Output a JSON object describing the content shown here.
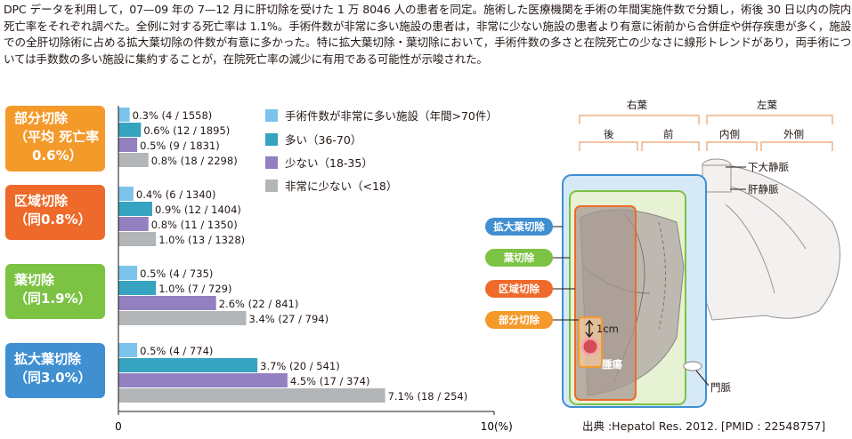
{
  "intro_text": "DPC データを利用して，07—09 年の 7—12 月に肝切除を受けた 1 万 8046 人の患者を同定。施術した医療機関を手術の年間実施件数で分類し，術後 30 日以内の院内死亡率をそれぞれ調べた。全例に対する死亡率は 1.1%。手術件数が非常に多い施設の患者は，非常に少ない施設の患者より有意に術前から合併症や併存疾患が多く，施設での全肝切除術に占める拡大葉切除の件数が有意に多かった。特に拡大葉切除・葉切除において，手術件数の多さと在院死亡の少なさに線形トレンドがあり，両手術については手数数の多い施設に集約することが，在院死亡率の減少に有用である可能性が示唆された。",
  "categories": [
    {
      "line1": "部分切除",
      "line2": "（平均 死亡率",
      "line3": "0.6%）",
      "color": "#f39a2b"
    },
    {
      "line1": "区域切除",
      "line2": "（同0.8%）",
      "line3": "",
      "color": "#ee6a2a"
    },
    {
      "line1": "葉切除",
      "line2": "（同1.9%）",
      "line3": "",
      "color": "#7cc243"
    },
    {
      "line1": "拡大葉切除",
      "line2": "（同3.0%）",
      "line3": "",
      "color": "#3f8fd1"
    }
  ],
  "legend": [
    {
      "label": "手術件数が非常に多い施設（年間>70件）",
      "color": "#7cc3ec"
    },
    {
      "label": "多い（36-70）",
      "color": "#36a3c0"
    },
    {
      "label": "少ない（18-35）",
      "color": "#9380c0"
    },
    {
      "label": "非常に少ない（<18）",
      "color": "#b3b6b8"
    }
  ],
  "chart_data": {
    "type": "bar",
    "orientation": "horizontal",
    "categories": [
      "部分切除",
      "区域切除",
      "葉切除",
      "拡大葉切除"
    ],
    "series": [
      {
        "name": "手術件数が非常に多い施設（年間>70件）",
        "values": [
          0.3,
          0.4,
          0.5,
          0.5
        ],
        "labels": [
          "0.3% (4 / 1558)",
          "0.4% (6 / 1340)",
          "0.5% (4 / 735)",
          "0.5% (4 / 774)"
        ]
      },
      {
        "name": "多い（36-70）",
        "values": [
          0.6,
          0.9,
          1.0,
          3.7
        ],
        "labels": [
          "0.6% (12 / 1895)",
          "0.9% (12 / 1404)",
          "1.0% (7 / 729)",
          "3.7% (20 / 541)"
        ]
      },
      {
        "name": "少ない（18-35）",
        "values": [
          0.5,
          0.8,
          2.6,
          4.5
        ],
        "labels": [
          "0.5% (9 / 1831)",
          "0.8% (11 / 1350)",
          "2.6% (22 / 841)",
          "4.5% (17 / 374)"
        ]
      },
      {
        "name": "非常に少ない（<18）",
        "values": [
          0.8,
          1.0,
          3.4,
          7.1
        ],
        "labels": [
          "0.8% (18 / 2298)",
          "1.0% (13 / 1328)",
          "3.4% (27 / 794)",
          "7.1% (18 / 254)"
        ]
      }
    ],
    "xlim": [
      0,
      10
    ],
    "x_ticks": [
      "0",
      "10"
    ],
    "x_unit": "(%)",
    "colors": [
      "#7cc3ec",
      "#36a3c0",
      "#9380c0",
      "#b3b6b8"
    ]
  },
  "diagram": {
    "right_lobe": "右葉",
    "left_lobe": "左葉",
    "posterior": "後",
    "anterior": "前",
    "medial": "内側",
    "lateral": "外側",
    "ivc": "下大静脈",
    "hepatic_vein": "肝静脈",
    "portal_vein": "門脈",
    "tumor": "腫瘍",
    "margin": "1cm",
    "pills": [
      {
        "label": "拡大葉切除",
        "color": "#3f8fd1"
      },
      {
        "label": "葉切除",
        "color": "#7cc243"
      },
      {
        "label": "区域切除",
        "color": "#ee6a2a"
      },
      {
        "label": "部分切除",
        "color": "#f39a2b"
      }
    ]
  },
  "source": "出典 :Hepatol Res. 2012. [PMID : 22548757]"
}
